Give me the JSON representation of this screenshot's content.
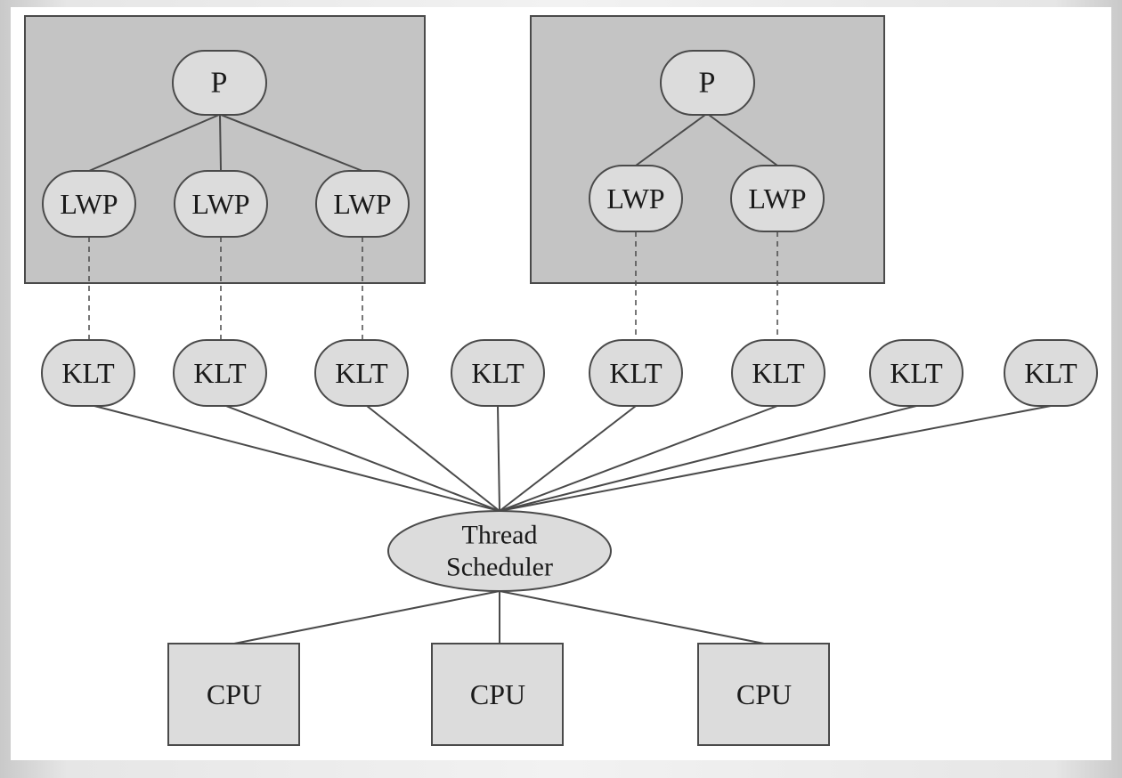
{
  "processes": [
    {
      "label": "P",
      "lwps": [
        "LWP",
        "LWP",
        "LWP"
      ]
    },
    {
      "label": "P",
      "lwps": [
        "LWP",
        "LWP"
      ]
    }
  ],
  "klts": [
    "KLT",
    "KLT",
    "KLT",
    "KLT",
    "KLT",
    "KLT",
    "KLT",
    "KLT"
  ],
  "scheduler": {
    "line1": "Thread",
    "line2": "Scheduler"
  },
  "cpus": [
    "CPU",
    "CPU",
    "CPU"
  ],
  "colors": {
    "process_box": "#c4c4c4",
    "node_fill": "#dcdcdc",
    "stroke": "#4a4a4a",
    "canvas": "#ffffff"
  }
}
